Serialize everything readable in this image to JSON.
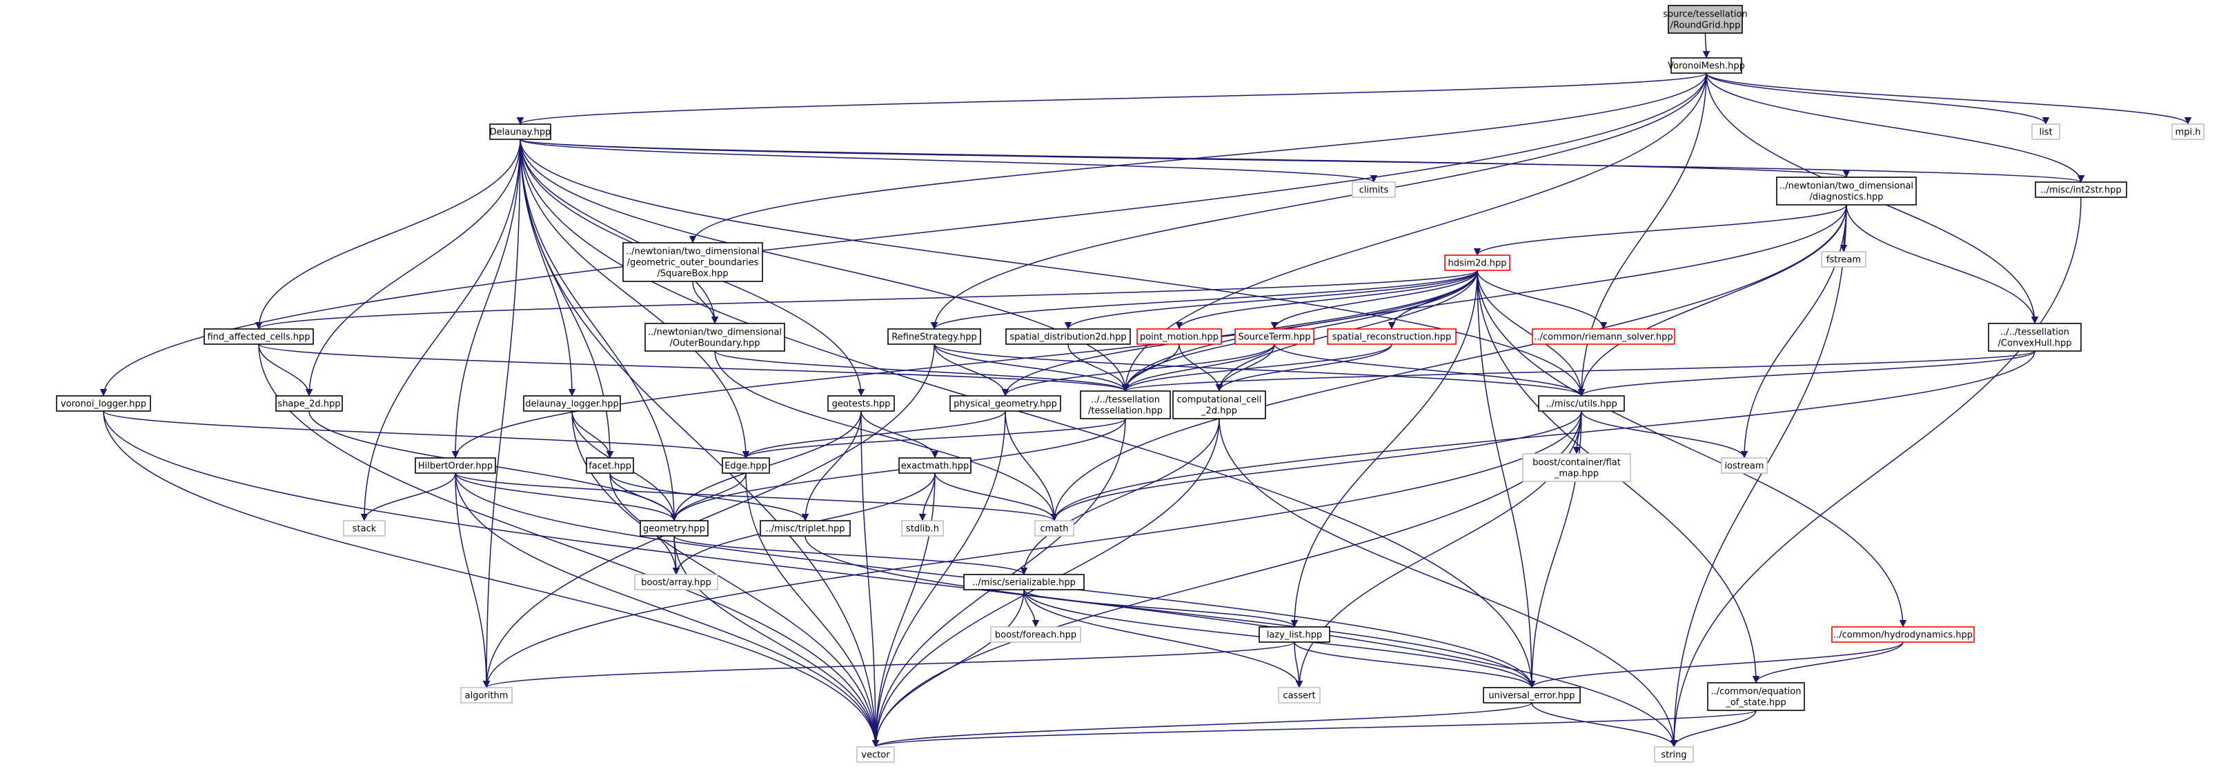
{
  "graph": {
    "type": "include-dependency-graph",
    "colors": {
      "edge": "#191970",
      "node_border": "#000000",
      "root_fill": "#bfbfbf",
      "system_border": "#bfbfbf",
      "truncated_border": "#ff0000",
      "node_fill": "#ffffff",
      "system_text": "#555555"
    },
    "nodes": [
      {
        "id": "root",
        "lines": [
          "source/tessellation",
          "/RoundGrid.hpp"
        ],
        "style": "root"
      },
      {
        "id": "voronoimesh",
        "lines": [
          "VoronoiMesh.hpp"
        ],
        "style": "normal"
      },
      {
        "id": "delaunay",
        "lines": [
          "Delaunay.hpp"
        ],
        "style": "normal"
      },
      {
        "id": "mpi",
        "lines": [
          "mpi.h"
        ],
        "style": "system"
      },
      {
        "id": "list",
        "lines": [
          "list"
        ],
        "style": "system"
      },
      {
        "id": "int2str",
        "lines": [
          "../misc/int2str.hpp"
        ],
        "style": "normal"
      },
      {
        "id": "climits",
        "lines": [
          "climits"
        ],
        "style": "system"
      },
      {
        "id": "diagnostics",
        "lines": [
          "../newtonian/two_dimensional",
          "/diagnostics.hpp"
        ],
        "style": "normal"
      },
      {
        "id": "squarebox",
        "lines": [
          "../newtonian/two_dimensional",
          "/geometric_outer_boundaries",
          "/SquareBox.hpp"
        ],
        "style": "normal"
      },
      {
        "id": "fstream",
        "lines": [
          "fstream"
        ],
        "style": "system"
      },
      {
        "id": "hdsim2d",
        "lines": [
          "hdsim2d.hpp"
        ],
        "style": "truncated"
      },
      {
        "id": "find_affected",
        "lines": [
          "find_affected_cells.hpp"
        ],
        "style": "normal"
      },
      {
        "id": "outerboundary",
        "lines": [
          "../newtonian/two_dimensional",
          "/OuterBoundary.hpp"
        ],
        "style": "normal"
      },
      {
        "id": "refinestrategy",
        "lines": [
          "RefineStrategy.hpp"
        ],
        "style": "normal"
      },
      {
        "id": "spatial_dist",
        "lines": [
          "spatial_distribution2d.hpp"
        ],
        "style": "normal"
      },
      {
        "id": "point_motion",
        "lines": [
          "point_motion.hpp"
        ],
        "style": "truncated"
      },
      {
        "id": "sourceterm",
        "lines": [
          "SourceTerm.hpp"
        ],
        "style": "truncated"
      },
      {
        "id": "spatial_recon",
        "lines": [
          "spatial_reconstruction.hpp"
        ],
        "style": "truncated"
      },
      {
        "id": "riemann",
        "lines": [
          "../common/riemann_solver.hpp"
        ],
        "style": "truncated"
      },
      {
        "id": "convexhull",
        "lines": [
          "../../tessellation",
          "/ConvexHull.hpp"
        ],
        "style": "normal"
      },
      {
        "id": "voronoi_logger",
        "lines": [
          "voronoi_logger.hpp"
        ],
        "style": "normal"
      },
      {
        "id": "shape2d",
        "lines": [
          "shape_2d.hpp"
        ],
        "style": "normal"
      },
      {
        "id": "delaunay_logger",
        "lines": [
          "delaunay_logger.hpp"
        ],
        "style": "normal"
      },
      {
        "id": "geotests",
        "lines": [
          "geotests.hpp"
        ],
        "style": "normal"
      },
      {
        "id": "physical_geometry",
        "lines": [
          "physical_geometry.hpp"
        ],
        "style": "normal"
      },
      {
        "id": "tessellation",
        "lines": [
          "../../tessellation",
          "/tessellation.hpp"
        ],
        "style": "normal"
      },
      {
        "id": "computational_cell",
        "lines": [
          "computational_cell",
          "_2d.hpp"
        ],
        "style": "normal"
      },
      {
        "id": "utils",
        "lines": [
          "../misc/utils.hpp"
        ],
        "style": "normal"
      },
      {
        "id": "edge",
        "lines": [
          "Edge.hpp"
        ],
        "style": "normal"
      },
      {
        "id": "hilbert",
        "lines": [
          "HilbertOrder.hpp"
        ],
        "style": "normal"
      },
      {
        "id": "facet",
        "lines": [
          "facet.hpp"
        ],
        "style": "normal"
      },
      {
        "id": "exactmath",
        "lines": [
          "exactmath.hpp"
        ],
        "style": "normal"
      },
      {
        "id": "flat_map",
        "lines": [
          "boost/container/flat",
          "_map.hpp"
        ],
        "style": "system"
      },
      {
        "id": "iostream",
        "lines": [
          "iostream"
        ],
        "style": "system"
      },
      {
        "id": "stack",
        "lines": [
          "stack"
        ],
        "style": "system"
      },
      {
        "id": "geometry",
        "lines": [
          "geometry.hpp"
        ],
        "style": "normal"
      },
      {
        "id": "triplet",
        "lines": [
          "../misc/triplet.hpp"
        ],
        "style": "normal"
      },
      {
        "id": "stdlib",
        "lines": [
          "stdlib.h"
        ],
        "style": "system"
      },
      {
        "id": "cmath",
        "lines": [
          "cmath"
        ],
        "style": "system"
      },
      {
        "id": "boost_array",
        "lines": [
          "boost/array.hpp"
        ],
        "style": "system"
      },
      {
        "id": "serializable",
        "lines": [
          "../misc/serializable.hpp"
        ],
        "style": "normal"
      },
      {
        "id": "boost_foreach",
        "lines": [
          "boost/foreach.hpp"
        ],
        "style": "system"
      },
      {
        "id": "lazy_list",
        "lines": [
          "lazy_list.hpp"
        ],
        "style": "normal"
      },
      {
        "id": "hydrodynamics",
        "lines": [
          "../common/hydrodynamics.hpp"
        ],
        "style": "truncated"
      },
      {
        "id": "algorithm",
        "lines": [
          "algorithm"
        ],
        "style": "system"
      },
      {
        "id": "cassert",
        "lines": [
          "cassert"
        ],
        "style": "system"
      },
      {
        "id": "universal_error",
        "lines": [
          "universal_error.hpp"
        ],
        "style": "normal"
      },
      {
        "id": "eos",
        "lines": [
          "../common/equation",
          "_of_state.hpp"
        ],
        "style": "normal"
      },
      {
        "id": "vector",
        "lines": [
          "vector"
        ],
        "style": "system"
      },
      {
        "id": "string",
        "lines": [
          "string"
        ],
        "style": "system"
      }
    ],
    "edges": [
      [
        "root",
        "voronoimesh"
      ],
      [
        "voronoimesh",
        "delaunay"
      ],
      [
        "voronoimesh",
        "mpi"
      ],
      [
        "voronoimesh",
        "list"
      ],
      [
        "voronoimesh",
        "int2str"
      ],
      [
        "voronoimesh",
        "squarebox"
      ],
      [
        "voronoimesh",
        "refinestrategy"
      ],
      [
        "voronoimesh",
        "convexhull"
      ],
      [
        "voronoimesh",
        "voronoi_logger"
      ],
      [
        "voronoimesh",
        "tessellation"
      ],
      [
        "voronoimesh",
        "utils"
      ],
      [
        "delaunay",
        "climits"
      ],
      [
        "delaunay",
        "diagnostics"
      ],
      [
        "delaunay",
        "int2str"
      ],
      [
        "delaunay",
        "outerboundary"
      ],
      [
        "delaunay",
        "find_affected"
      ],
      [
        "delaunay",
        "shape2d"
      ],
      [
        "delaunay",
        "delaunay_logger"
      ],
      [
        "delaunay",
        "geotests"
      ],
      [
        "delaunay",
        "tessellation"
      ],
      [
        "delaunay",
        "edge"
      ],
      [
        "delaunay",
        "hilbert"
      ],
      [
        "delaunay",
        "facet"
      ],
      [
        "delaunay",
        "geometry"
      ],
      [
        "delaunay",
        "stack"
      ],
      [
        "delaunay",
        "algorithm"
      ],
      [
        "delaunay",
        "vector"
      ],
      [
        "delaunay",
        "utils"
      ],
      [
        "delaunay",
        "universal_error"
      ],
      [
        "int2str",
        "string"
      ],
      [
        "diagnostics",
        "hdsim2d"
      ],
      [
        "diagnostics",
        "fstream"
      ],
      [
        "diagnostics",
        "convexhull"
      ],
      [
        "diagnostics",
        "utils"
      ],
      [
        "diagnostics",
        "iostream"
      ],
      [
        "diagnostics",
        "cmath"
      ],
      [
        "diagnostics",
        "string"
      ],
      [
        "diagnostics",
        "tessellation"
      ],
      [
        "squarebox",
        "outerboundary"
      ],
      [
        "outerboundary",
        "tessellation"
      ],
      [
        "outerboundary",
        "cmath"
      ],
      [
        "hdsim2d",
        "refinestrategy"
      ],
      [
        "hdsim2d",
        "spatial_dist"
      ],
      [
        "hdsim2d",
        "point_motion"
      ],
      [
        "hdsim2d",
        "sourceterm"
      ],
      [
        "hdsim2d",
        "spatial_recon"
      ],
      [
        "hdsim2d",
        "riemann"
      ],
      [
        "hdsim2d",
        "hydrodynamics"
      ],
      [
        "hdsim2d",
        "eos"
      ],
      [
        "hdsim2d",
        "utils"
      ],
      [
        "hdsim2d",
        "lazy_list"
      ],
      [
        "hdsim2d",
        "physical_geometry"
      ],
      [
        "hdsim2d",
        "computational_cell"
      ],
      [
        "hdsim2d",
        "find_affected"
      ],
      [
        "hdsim2d",
        "hilbert"
      ],
      [
        "hdsim2d",
        "universal_error"
      ],
      [
        "hdsim2d",
        "tessellation"
      ],
      [
        "find_affected",
        "shape2d"
      ],
      [
        "find_affected",
        "tessellation"
      ],
      [
        "find_affected",
        "vector"
      ],
      [
        "refinestrategy",
        "tessellation"
      ],
      [
        "refinestrategy",
        "utils"
      ],
      [
        "refinestrategy",
        "physical_geometry"
      ],
      [
        "refinestrategy",
        "algorithm"
      ],
      [
        "spatial_dist",
        "tessellation"
      ],
      [
        "point_motion",
        "tessellation"
      ],
      [
        "point_motion",
        "computational_cell"
      ],
      [
        "sourceterm",
        "tessellation"
      ],
      [
        "sourceterm",
        "computational_cell"
      ],
      [
        "sourceterm",
        "utils"
      ],
      [
        "sourceterm",
        "physical_geometry"
      ],
      [
        "spatial_recon",
        "tessellation"
      ],
      [
        "spatial_recon",
        "computational_cell"
      ],
      [
        "convexhull",
        "tessellation"
      ],
      [
        "convexhull",
        "utils"
      ],
      [
        "convexhull",
        "cmath"
      ],
      [
        "voronoi_logger",
        "edge"
      ],
      [
        "voronoi_logger",
        "vector"
      ],
      [
        "voronoi_logger",
        "string"
      ],
      [
        "shape2d",
        "geometry"
      ],
      [
        "delaunay_logger",
        "facet"
      ],
      [
        "delaunay_logger",
        "geometry"
      ],
      [
        "delaunay_logger",
        "vector"
      ],
      [
        "geotests",
        "exactmath"
      ],
      [
        "geotests",
        "geometry"
      ],
      [
        "geotests",
        "triplet"
      ],
      [
        "geotests",
        "vector"
      ],
      [
        "physical_geometry",
        "edge"
      ],
      [
        "physical_geometry",
        "cmath"
      ],
      [
        "physical_geometry",
        "vector"
      ],
      [
        "tessellation",
        "edge"
      ],
      [
        "tessellation",
        "geometry"
      ],
      [
        "tessellation",
        "vector"
      ],
      [
        "computational_cell",
        "serializable"
      ],
      [
        "computational_cell",
        "vector"
      ],
      [
        "computational_cell",
        "string"
      ],
      [
        "utils",
        "flat_map"
      ],
      [
        "utils",
        "iostream"
      ],
      [
        "utils",
        "cmath"
      ],
      [
        "utils",
        "vector"
      ],
      [
        "utils",
        "algorithm"
      ],
      [
        "utils",
        "cassert"
      ],
      [
        "utils",
        "universal_error"
      ],
      [
        "edge",
        "geometry"
      ],
      [
        "edge",
        "vector"
      ],
      [
        "hilbert",
        "geometry"
      ],
      [
        "hilbert",
        "stack"
      ],
      [
        "hilbert",
        "cmath"
      ],
      [
        "hilbert",
        "algorithm"
      ],
      [
        "hilbert",
        "vector"
      ],
      [
        "hilbert",
        "universal_error"
      ],
      [
        "facet",
        "geometry"
      ],
      [
        "facet",
        "triplet"
      ],
      [
        "facet",
        "boost_array"
      ],
      [
        "exactmath",
        "stdlib"
      ],
      [
        "exactmath",
        "cmath"
      ],
      [
        "exactmath",
        "boost_array"
      ],
      [
        "exactmath",
        "vector"
      ],
      [
        "geometry",
        "boost_array"
      ],
      [
        "geometry",
        "serializable"
      ],
      [
        "geometry",
        "vector"
      ],
      [
        "triplet",
        "universal_error"
      ],
      [
        "serializable",
        "boost_foreach"
      ],
      [
        "serializable",
        "lazy_list"
      ],
      [
        "serializable",
        "universal_error"
      ],
      [
        "serializable",
        "vector"
      ],
      [
        "serializable",
        "cassert"
      ],
      [
        "lazy_list",
        "cassert"
      ],
      [
        "lazy_list",
        "universal_error"
      ],
      [
        "lazy_list",
        "algorithm"
      ],
      [
        "hydrodynamics",
        "eos"
      ],
      [
        "hydrodynamics",
        "universal_error"
      ],
      [
        "universal_error",
        "vector"
      ],
      [
        "universal_error",
        "string"
      ],
      [
        "eos",
        "vector"
      ],
      [
        "eos",
        "string"
      ]
    ]
  }
}
